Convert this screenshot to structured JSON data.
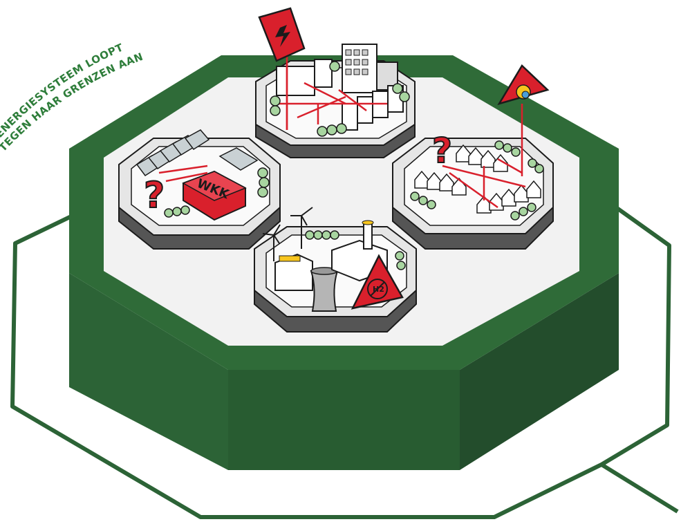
{
  "title": {
    "line1": "ENERGIESYSTEEM LOOPT",
    "line2": "TEGEN HAAR GRENZEN AAN"
  },
  "labels": {
    "chp": "WKK",
    "hydrogen": "H2"
  },
  "colors": {
    "green_dark": "#234d2c",
    "green_mid": "#2c6336",
    "green_top": "#2f6b38",
    "title_green": "#2e7d3a",
    "red": "#d9202c",
    "plate": "#f2f2f2",
    "outline": "#1b1b1b"
  },
  "icons": {
    "electricity_warning": "lightning-warning-icon",
    "gas_warning": "flame-warning-icon",
    "hydrogen_warning": "no-hydrogen-warning-icon",
    "question_marks": "question-mark-icon"
  }
}
